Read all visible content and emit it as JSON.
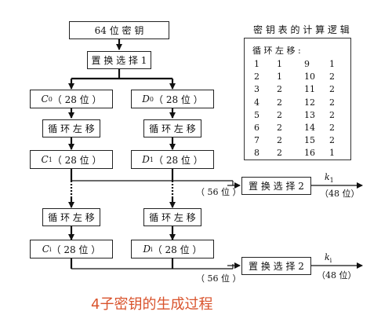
{
  "boxes": {
    "key64": "64 位 密 钥",
    "pc1": "置 换 选 择 1",
    "shift": "循 环 左 移",
    "pc2": "置 换 选 择 2",
    "paren_28": "（ 28 位 ）"
  },
  "vars": {
    "C": "C",
    "D": "D",
    "k": "k",
    "sub_0": "0",
    "sub_1": "1",
    "sub_i": "i"
  },
  "labels": {
    "bits56": "（ 56 位 ）",
    "bits48": "（48 位）"
  },
  "table": {
    "title": "密 钥 表 的 计 算 逻 辑",
    "header": "循 环 左 移 :",
    "rows": [
      [
        "1",
        "1",
        "9",
        "1"
      ],
      [
        "2",
        "1",
        "10",
        "2"
      ],
      [
        "3",
        "2",
        "11",
        "2"
      ],
      [
        "4",
        "2",
        "12",
        "2"
      ],
      [
        "5",
        "2",
        "13",
        "2"
      ],
      [
        "6",
        "2",
        "14",
        "2"
      ],
      [
        "7",
        "2",
        "15",
        "2"
      ],
      [
        "8",
        "2",
        "16",
        "1"
      ]
    ]
  },
  "caption": "4子密钥的生成过程"
}
